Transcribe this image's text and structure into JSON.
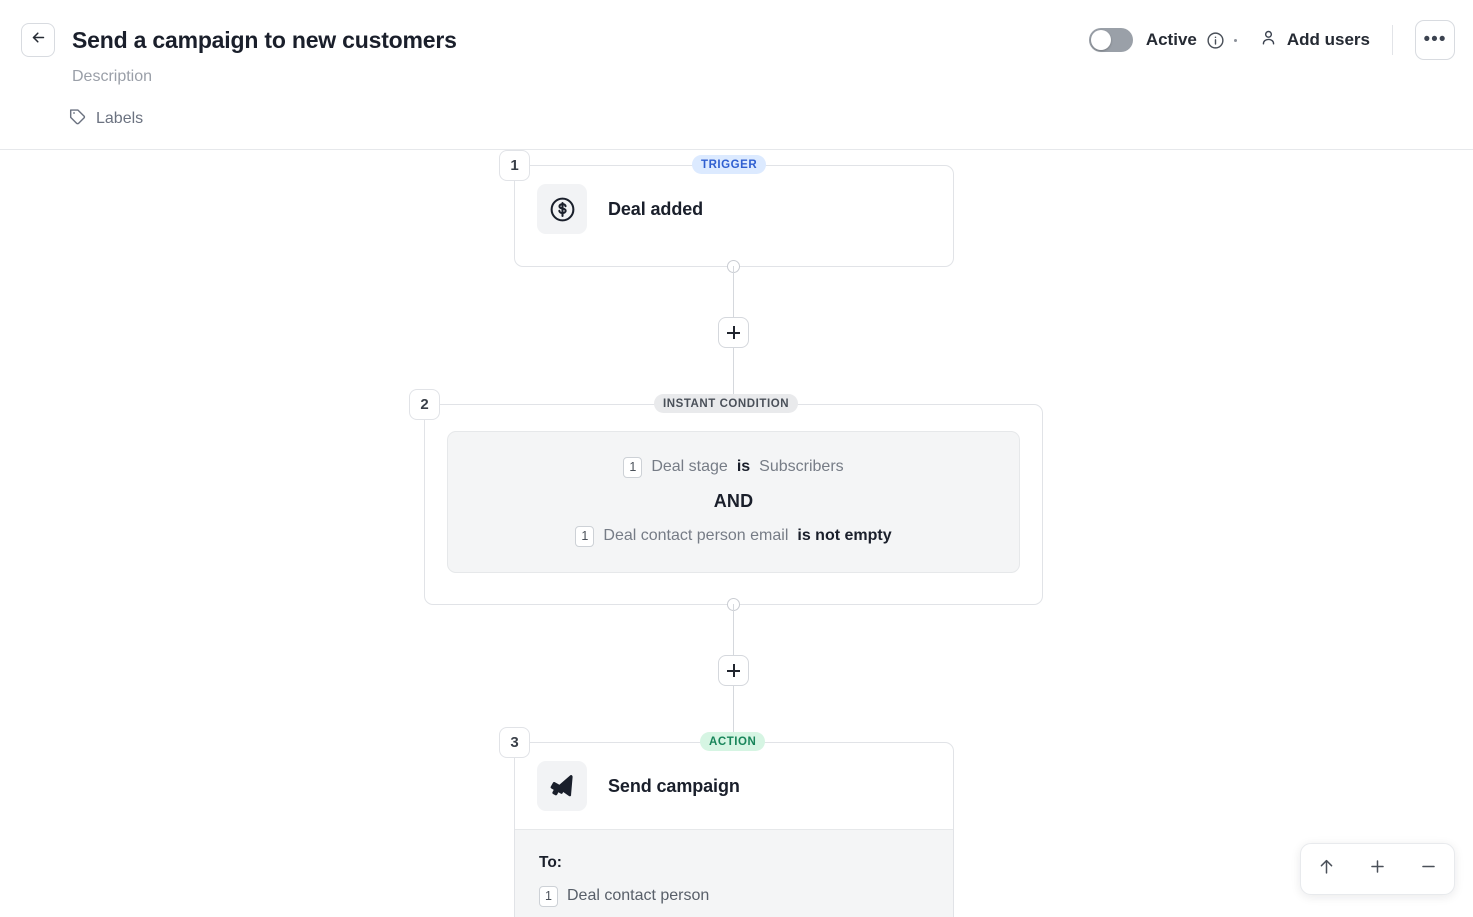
{
  "header": {
    "back_icon": "arrow-left-icon",
    "title": "Send a campaign to new customers",
    "description_placeholder": "Description",
    "labels_icon": "tag-icon",
    "labels_label": "Labels",
    "toggle_state_label": "Active",
    "toggle_on": false,
    "info_icon": "info-circle-icon",
    "separator_dot": "·",
    "add_users_icon": "person-icon",
    "add_users_label": "Add users",
    "more_icon": "ellipsis-icon",
    "more_label": "•••"
  },
  "colors": {
    "trigger_badge_bg": "#dceaff",
    "trigger_badge_text": "#2f5fd0",
    "condition_badge_bg": "#e9eaec",
    "condition_badge_text": "#4a5059",
    "action_badge_bg": "#d6f5e3",
    "action_badge_text": "#18855a",
    "canvas_bg": "#ffffff",
    "node_border": "#e1e3e7",
    "panel_bg": "#f4f5f6"
  },
  "workflow": {
    "steps": [
      {
        "number": "1",
        "type_label": "TRIGGER",
        "icon": "dollar-circle-icon",
        "title": "Deal added"
      },
      {
        "number": "2",
        "type_label": "INSTANT CONDITION",
        "conditions": [
          {
            "token": "1",
            "field": "Deal stage",
            "operator": "is",
            "value": "Subscribers"
          },
          {
            "token": "1",
            "field": "Deal contact person email",
            "operator": "is not empty",
            "value": ""
          }
        ],
        "joiner": "AND"
      },
      {
        "number": "3",
        "type_label": "ACTION",
        "icon": "megaphone-icon",
        "title": "Send campaign",
        "to_label": "To:",
        "to_token": "1",
        "to_value": "Deal contact person"
      }
    ],
    "add_step_button_label": "+"
  },
  "zoom_controls": {
    "fit_icon": "arrow-up-icon",
    "zoom_in_icon": "plus-icon",
    "zoom_out_icon": "minus-icon"
  }
}
